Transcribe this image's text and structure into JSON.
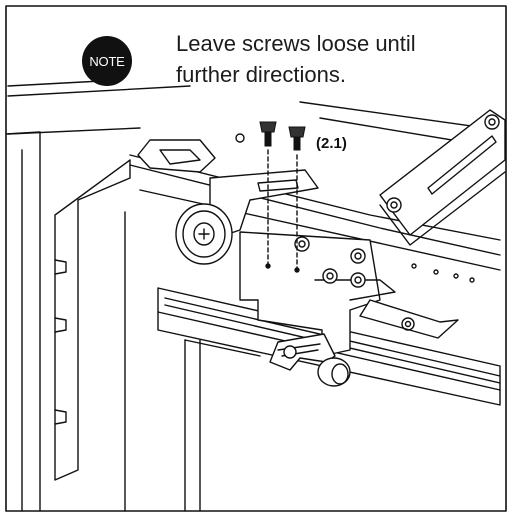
{
  "note": {
    "badge": "NOTE",
    "line1": "Leave screws loose until",
    "line2": "further directions."
  },
  "callout": {
    "part_label": "(2.1)"
  },
  "colors": {
    "line": "#111111",
    "badge_bg": "#111111",
    "badge_text": "#ffffff",
    "shade": "#cfcfcf"
  },
  "icons": [
    "screw-icon",
    "roller-wheel-icon",
    "bolt-icon"
  ]
}
